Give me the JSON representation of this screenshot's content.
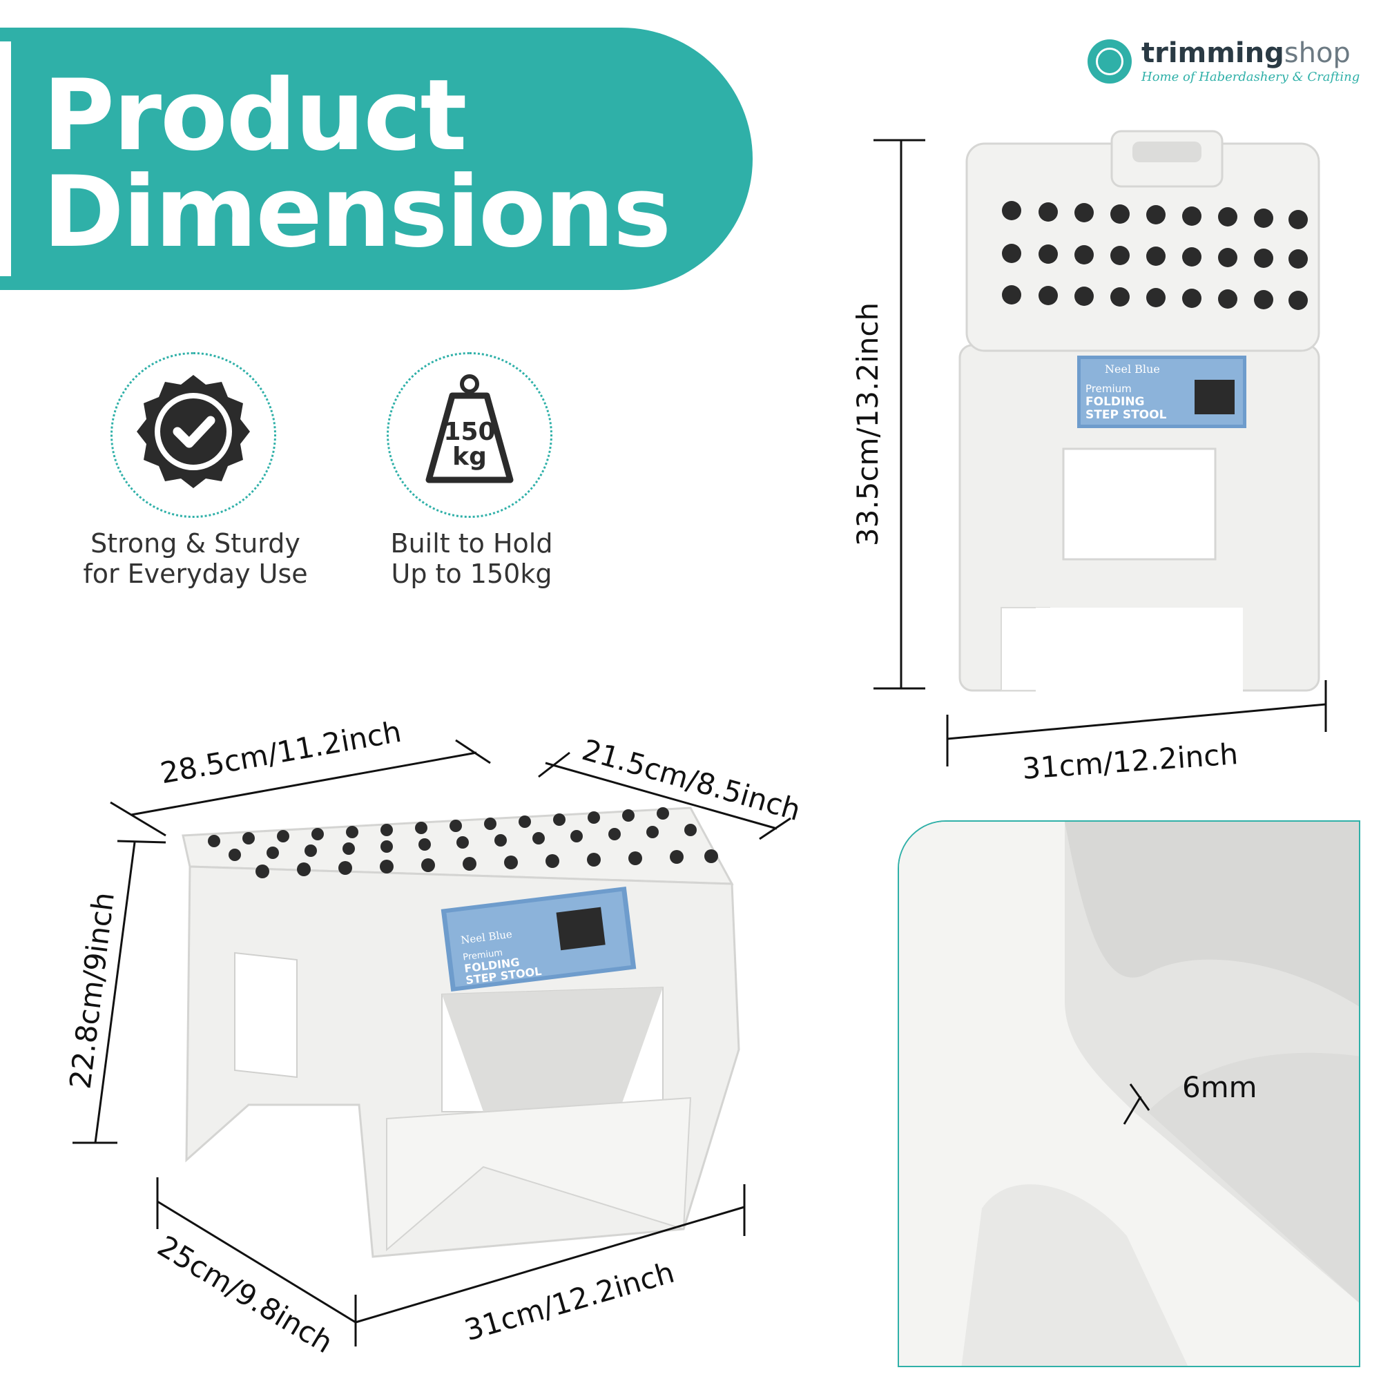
{
  "banner": {
    "line1": "Product",
    "line2": "Dimensions"
  },
  "logo": {
    "name_bold": "trimming",
    "name_light": "shop",
    "tagline": "Home of Haberdashery & Crafting"
  },
  "features": [
    {
      "icon": "verified-check-icon",
      "line1": "Strong & Sturdy",
      "line2": "for Everyday Use"
    },
    {
      "icon": "weight-icon",
      "weight_top": "150",
      "weight_bottom": "kg",
      "line1": "Built to Hold",
      "line2": "Up to 150kg"
    }
  ],
  "folded_dims": {
    "height": "33.5cm/13.2inch",
    "width": "31cm/12.2inch"
  },
  "open_dims": {
    "top_length": "28.5cm/11.2inch",
    "top_depth": "21.5cm/8.5inch",
    "height": "22.8cm/9inch",
    "base_depth": "25cm/9.8inch",
    "base_width": "31cm/12.2inch"
  },
  "detail": {
    "thickness": "6mm"
  },
  "label": {
    "brand": "Neel Blue",
    "premium": "Premium",
    "line1": "FOLDING",
    "line2": "STEP STOOL"
  },
  "colors": {
    "teal": "#2fb0a8",
    "stool": "#f0f0ee",
    "dot": "#2b2b2b",
    "label": "#6e9ccc"
  }
}
